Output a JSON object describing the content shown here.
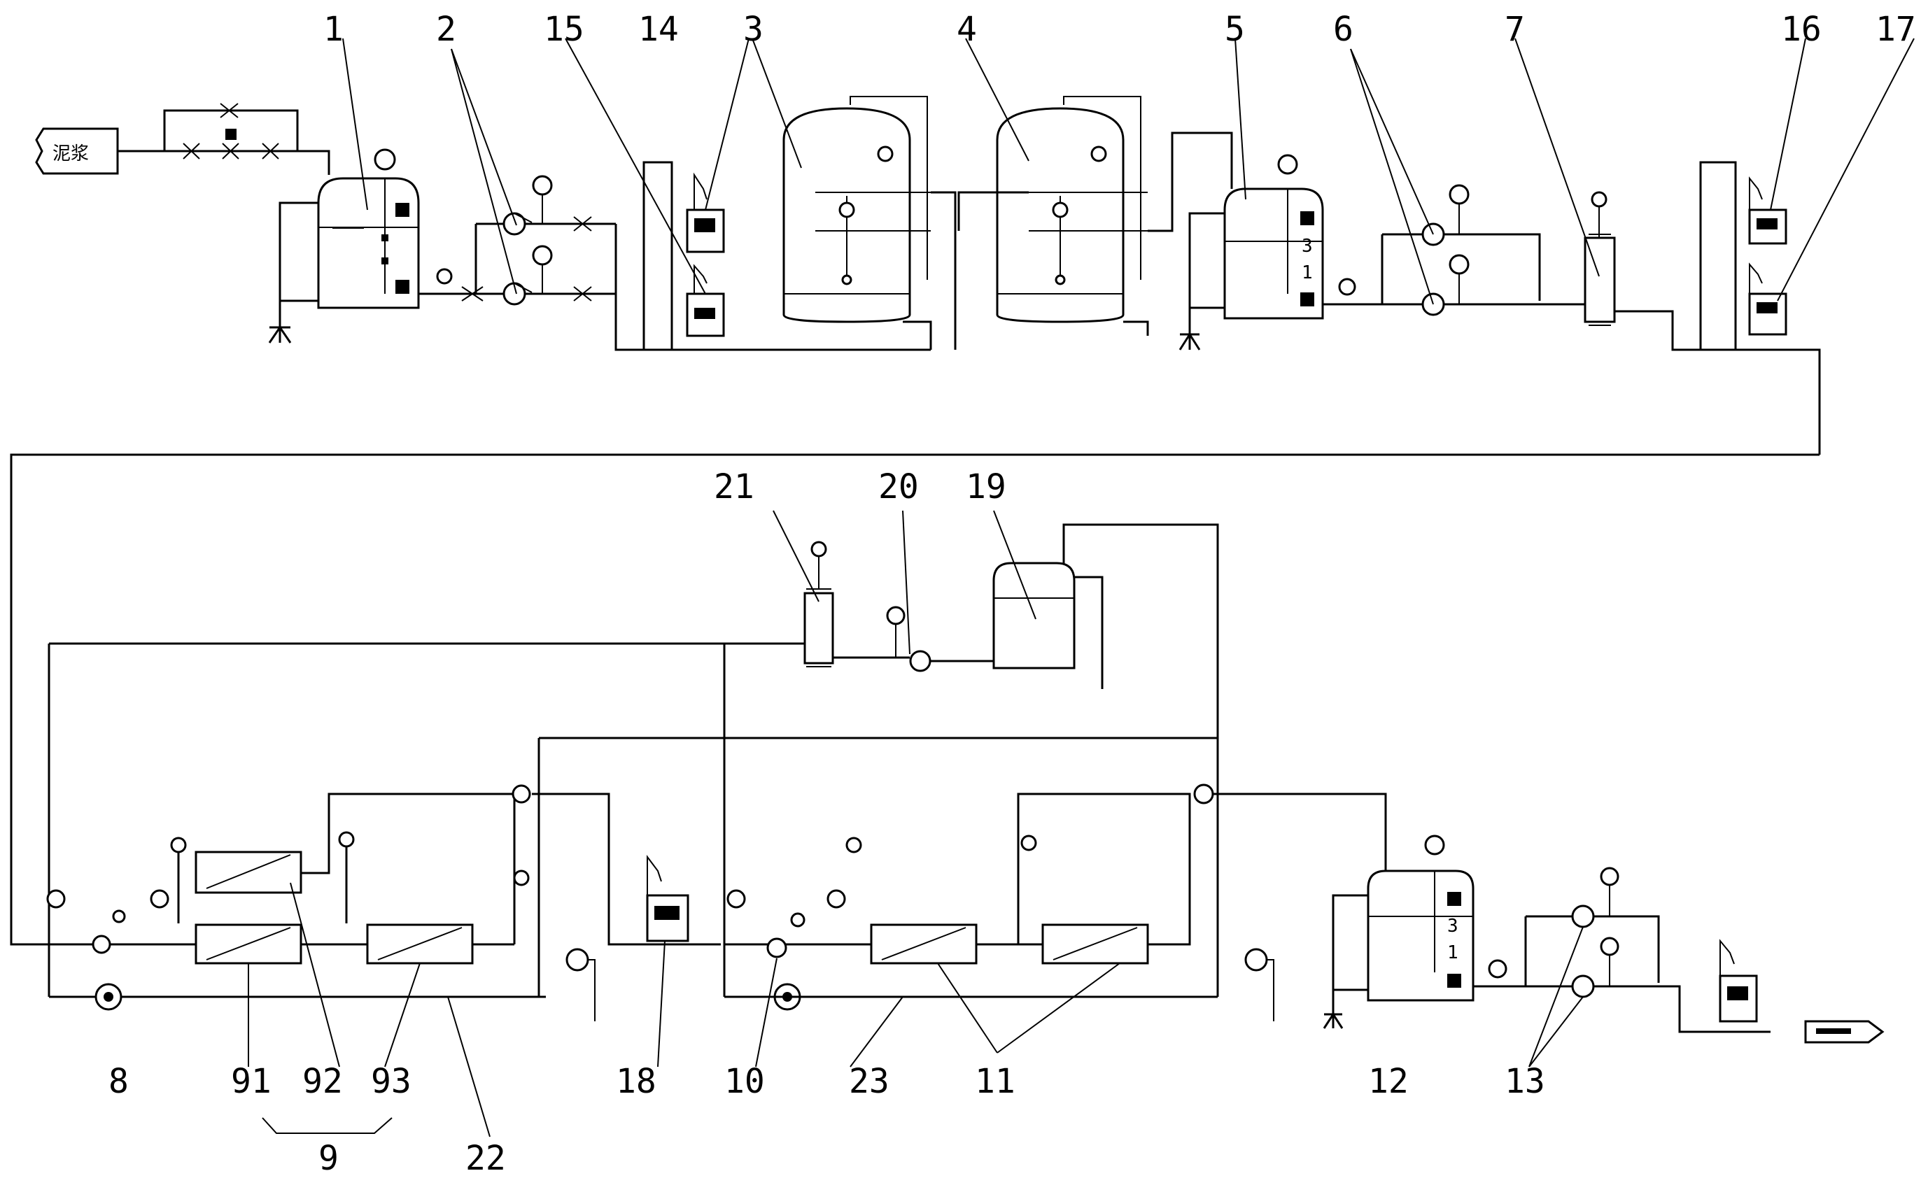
{
  "diagram": {
    "inlet_label": "泥浆",
    "outlet_label": "",
    "tank_marks": [
      "3",
      "1"
    ],
    "labels": {
      "l1": "1",
      "l2": "2",
      "l3": "3",
      "l4": "4",
      "l5": "5",
      "l6": "6",
      "l7": "7",
      "l8": "8",
      "l9": "9",
      "l10": "10",
      "l11": "11",
      "l12": "12",
      "l13": "13",
      "l14": "14",
      "l15": "15",
      "l16": "16",
      "l17": "17",
      "l18": "18",
      "l19": "19",
      "l20": "20",
      "l21": "21",
      "l22": "22",
      "l23": "23",
      "l91": "91",
      "l92": "92",
      "l93": "93"
    }
  }
}
